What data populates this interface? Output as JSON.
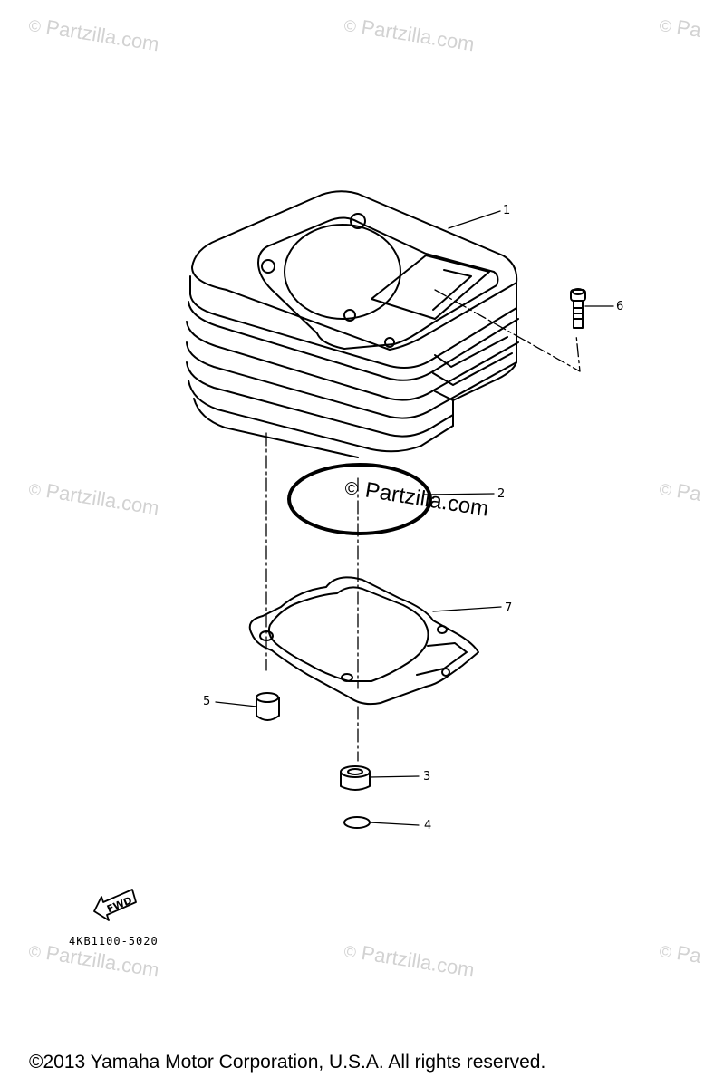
{
  "watermark": {
    "symbol": "©",
    "text": "Partzilla.com",
    "edge_text": "Pa"
  },
  "diagram": {
    "parts": [
      {
        "id": "1",
        "name": "cylinder"
      },
      {
        "id": "2",
        "name": "o-ring-large"
      },
      {
        "id": "3",
        "name": "dowel-pin"
      },
      {
        "id": "4",
        "name": "o-ring-small"
      },
      {
        "id": "5",
        "name": "dowel-pin"
      },
      {
        "id": "6",
        "name": "bolt"
      },
      {
        "id": "7",
        "name": "cylinder-gasket"
      }
    ],
    "labels": {
      "p1": "1",
      "p2": "2",
      "p3": "3",
      "p4": "4",
      "p5": "5",
      "p6": "6",
      "p7": "7"
    },
    "fwd_label": "FWD",
    "part_code": "4KB1100-5020"
  },
  "footer": {
    "copyright": "©2013  Yamaha Motor Corporation, U.S.A. All rights reserved."
  }
}
